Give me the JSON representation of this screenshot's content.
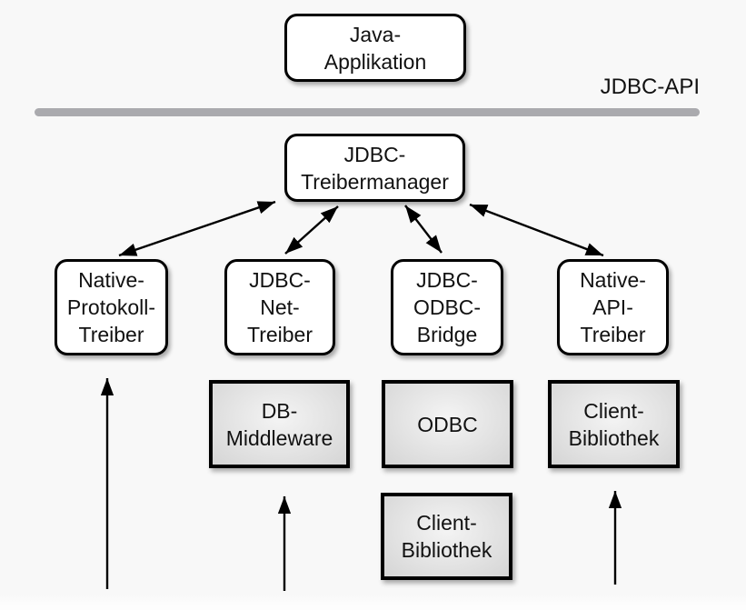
{
  "colors": {
    "background": "#f8f8f8",
    "box_border": "#000000",
    "box_fill": "#ffffff",
    "gray_box_inner": "#f4f4f4",
    "gray_box_outer": "#d5d5d5",
    "divider": "#aaaaae",
    "arrow": "#000000",
    "text": "#111111"
  },
  "api_label": "JDBC-API",
  "nodes": {
    "java_app": {
      "lines": [
        "Java-",
        "Applikation"
      ]
    },
    "manager": {
      "lines": [
        "JDBC-",
        "Treibermanager"
      ]
    },
    "native_protokoll": {
      "lines": [
        "Native-",
        "Protokoll-",
        "Treiber"
      ]
    },
    "jdbc_net": {
      "lines": [
        "JDBC-",
        "Net-",
        "Treiber"
      ]
    },
    "jdbc_odbc": {
      "lines": [
        "JDBC-",
        "ODBC-",
        "Bridge"
      ]
    },
    "native_api": {
      "lines": [
        "Native-",
        "API-",
        "Treiber"
      ]
    },
    "db_middleware": {
      "lines": [
        "DB-",
        "Middleware"
      ]
    },
    "odbc": {
      "lines": [
        "ODBC"
      ]
    },
    "client_bib_right": {
      "lines": [
        "Client-",
        "Bibliothek"
      ]
    },
    "client_bib_bottom": {
      "lines": [
        "Client-",
        "Bibliothek"
      ]
    }
  }
}
